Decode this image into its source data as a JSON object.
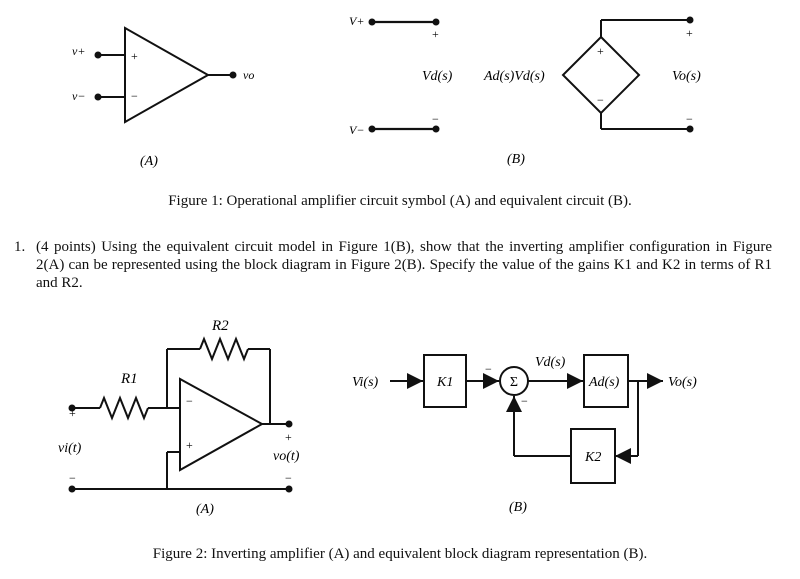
{
  "figure1": {
    "caption": "Figure 1: Operational amplifier circuit symbol (A) and equivalent circuit (B).",
    "panelA": {
      "label": "(A)",
      "v_plus": "v+",
      "v_minus": "v−",
      "v_out": "vo",
      "plus": "+",
      "minus": "−"
    },
    "panelB": {
      "label": "(B)",
      "V_plus": "V+",
      "V_minus": "V−",
      "Vd": "Vd(s)",
      "source": "Ad(s)Vd(s)",
      "Vo": "Vo(s)",
      "plus": "+",
      "minus": "−"
    }
  },
  "problem": {
    "number": "1.",
    "text": "(4 points) Using the equivalent circuit model in Figure 1(B), show that the inverting amplifier configuration in Figure 2(A) can be represented using the block diagram in Figure 2(B). Specify the value of the gains K1 and K2 in terms of R1 and R2."
  },
  "figure2": {
    "caption": "Figure 2: Inverting amplifier (A) and equivalent block diagram representation (B).",
    "panelA": {
      "label": "(A)",
      "R1": "R1",
      "R2": "R2",
      "vi": "vi(t)",
      "vo": "vo(t)",
      "plus": "+",
      "minus": "−"
    },
    "panelB": {
      "label": "(B)",
      "Vi": "Vi(s)",
      "K1": "K1",
      "sum": "Σ",
      "Vd": "Vd(s)",
      "Ad": "Ad(s)",
      "Vo": "Vo(s)",
      "K2": "K2",
      "minus": "−"
    }
  }
}
